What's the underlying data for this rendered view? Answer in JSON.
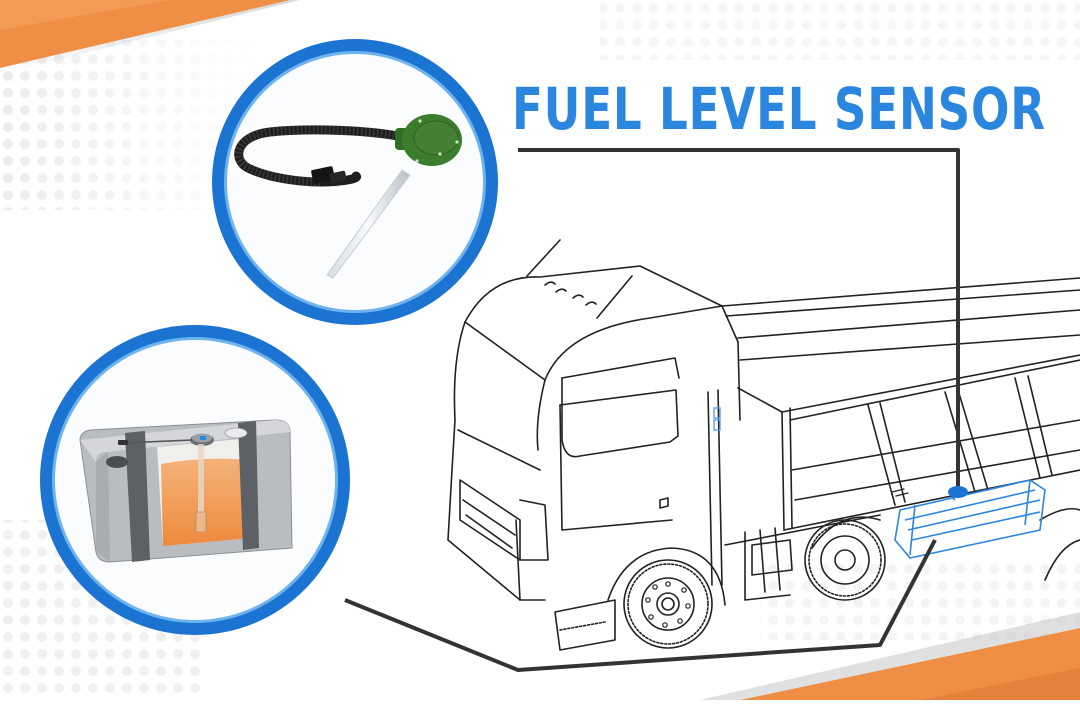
{
  "banner": {
    "title": "FUEL LEVEL SENSOR",
    "colors": {
      "title_blue": "#2b86e0",
      "ring_blue": "#1c74d2",
      "ring_light_blue": "#6fb3ee",
      "orange": "#ef8e45",
      "leader_line": "#333333",
      "tank_highlight_blue": "#2b86e0",
      "sensor_green": "#3a7d2c",
      "fuel_orange": "#f09a50"
    }
  },
  "insets": [
    {
      "id": "sensor-photo",
      "depicts": "fuel level sensor probe with cable and connector"
    },
    {
      "id": "tank-cutaway",
      "depicts": "fuel tank cutaway with sensor inside"
    }
  ],
  "illustration": {
    "depicts": "line drawing of dump truck with highlighted fuel tank"
  }
}
